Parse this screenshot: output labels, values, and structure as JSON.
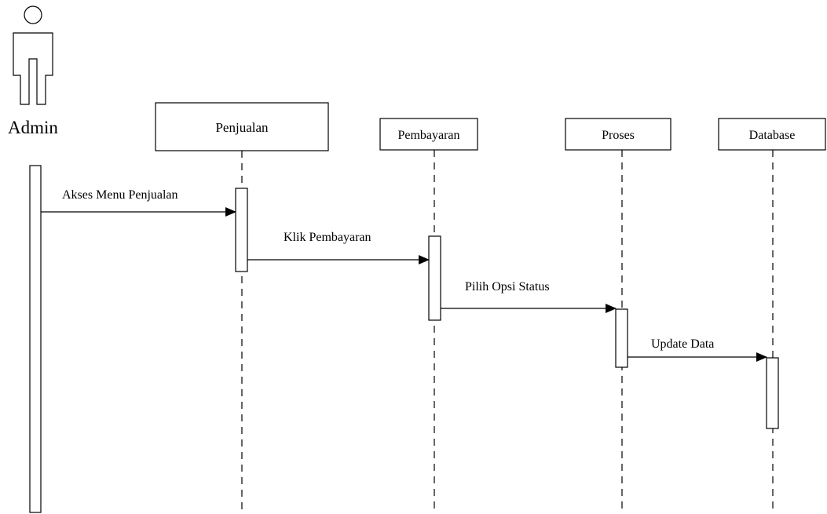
{
  "actor": {
    "name": "Admin"
  },
  "participants": [
    {
      "id": "penjualan",
      "label": "Penjualan"
    },
    {
      "id": "pembayaran",
      "label": "Pembayaran"
    },
    {
      "id": "proses",
      "label": "Proses"
    },
    {
      "id": "database",
      "label": "Database"
    }
  ],
  "messages": [
    {
      "from": "admin",
      "to": "penjualan",
      "label": "Akses Menu Penjualan"
    },
    {
      "from": "penjualan",
      "to": "pembayaran",
      "label": "Klik Pembayaran"
    },
    {
      "from": "pembayaran",
      "to": "proses",
      "label": "Pilih Opsi Status"
    },
    {
      "from": "proses",
      "to": "database",
      "label": "Update Data"
    }
  ]
}
